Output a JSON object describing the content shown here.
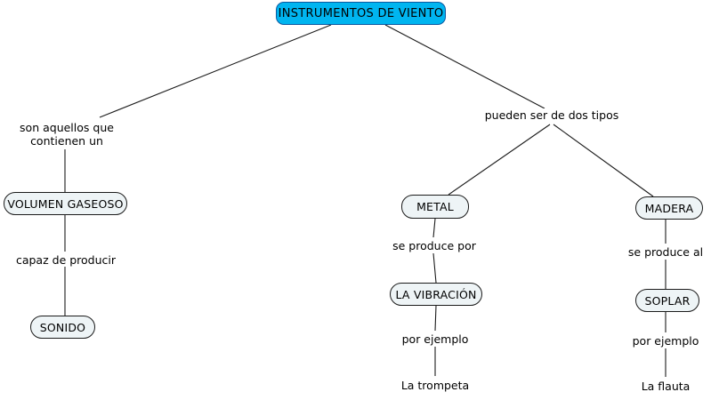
{
  "map": {
    "title": "INSTRUMENTOS DE VIENTO",
    "root": {
      "label": "INSTRUMENTOS DE VIENTO",
      "fill": "#00b5f0",
      "border": "#0a58a0"
    },
    "node_fill": "#eef4f6",
    "node_border": "#1b1b1b",
    "line_color": "#1b1b1b",
    "branches": {
      "left": {
        "link_1": "son aquellos que contienen un",
        "concept_1": "VOLUMEN GASEOSO",
        "link_2": "capaz de producir",
        "concept_2": "SONIDO"
      },
      "right": {
        "link_1": "pueden ser de dos tipos",
        "metal": {
          "concept": "METAL",
          "link_1": "se produce por",
          "concept_2": "LA VIBRACIÓN",
          "link_2": "por ejemplo",
          "example": "La trompeta"
        },
        "madera": {
          "concept": "MADERA",
          "link_1": "se produce al",
          "concept_2": "SOPLAR",
          "link_2": "por ejemplo",
          "example": "La flauta"
        }
      }
    }
  }
}
